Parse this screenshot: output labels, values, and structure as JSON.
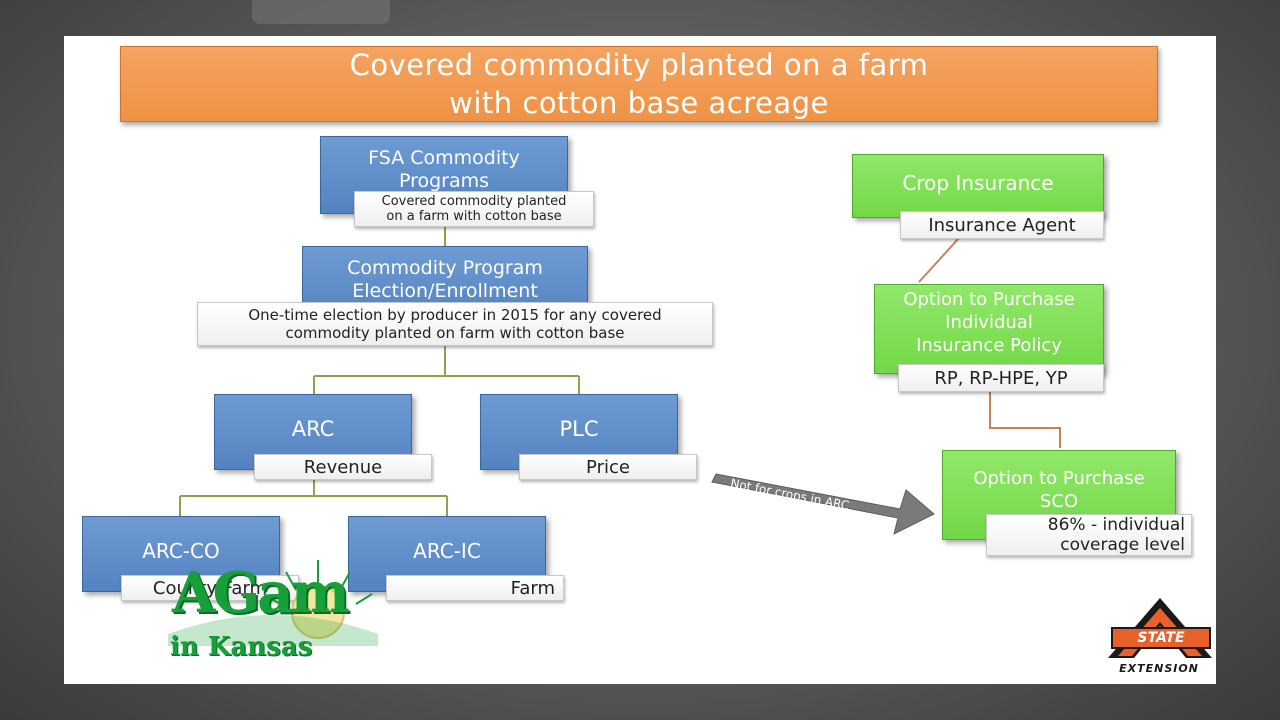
{
  "title": {
    "line1": "Covered commodity planted on a farm",
    "line2": "with cotton base acreage"
  },
  "fsa": {
    "line1": "FSA Commodity",
    "line2": "Programs",
    "note_line1": "Covered commodity planted",
    "note_line2": "on a farm with cotton base"
  },
  "election": {
    "line1": "Commodity Program",
    "line2": "Election/Enrollment",
    "note_line1": "One-time election by producer in 2015 for any covered",
    "note_line2": "commodity planted on farm with cotton base"
  },
  "arc": {
    "title": "ARC",
    "note": "Revenue"
  },
  "plc": {
    "title": "PLC",
    "note": "Price"
  },
  "arc_co": {
    "title": "ARC-CO",
    "note": "County Farm"
  },
  "arc_ic": {
    "title": "ARC-IC",
    "note": "Farm"
  },
  "crop_insurance": {
    "title": "Crop Insurance",
    "note": "Insurance Agent"
  },
  "individual_policy": {
    "line1": "Option to Purchase",
    "line2": "Individual",
    "line3": "Insurance Policy",
    "note": "RP, RP-HPE, YP"
  },
  "sco": {
    "line1": "Option to Purchase",
    "line2": "SCO",
    "note_line1": "86% - individual",
    "note_line2": "coverage level"
  },
  "arrow_label": "Not for crops in ARC",
  "logos": {
    "agam_line1": "AGam",
    "agam_line2": "in Kansas",
    "osu_name": "STATE",
    "osu_sub": "Extension"
  },
  "colors": {
    "title_orange": "#ef9245",
    "box_blue": "#5b8bc8",
    "box_green": "#7ddc52",
    "connector_green": "#8ba64a",
    "connector_orange": "#c9815a",
    "logo_green": "#17a03a",
    "osu_orange": "#e8602a"
  }
}
